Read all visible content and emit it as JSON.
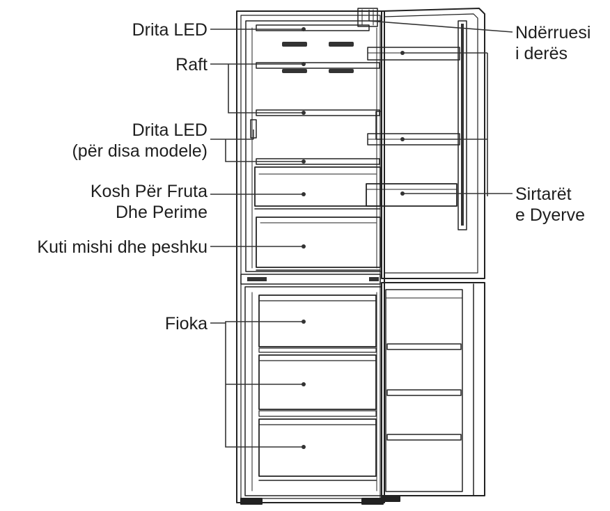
{
  "labels": {
    "led_light_top": "Drita LED",
    "shelf": "Raft",
    "led_light_some_models_line1": "Drita LED",
    "led_light_some_models_line2": "(për disa modele)",
    "fruit_veg_bin_line1": "Kosh Për Fruta",
    "fruit_veg_bin_line2": "Dhe Perime",
    "meat_fish_box": "Kuti mishi dhe peshku",
    "drawer": "Fioka",
    "door_switch_line1": "Ndërruesi",
    "door_switch_line2": "i derës",
    "door_bins_line1": "Sirtarët",
    "door_bins_line2": "e Dyerve"
  },
  "colors": {
    "stroke": "#222222",
    "fill": "#ffffff",
    "text": "#1e1e1e"
  }
}
